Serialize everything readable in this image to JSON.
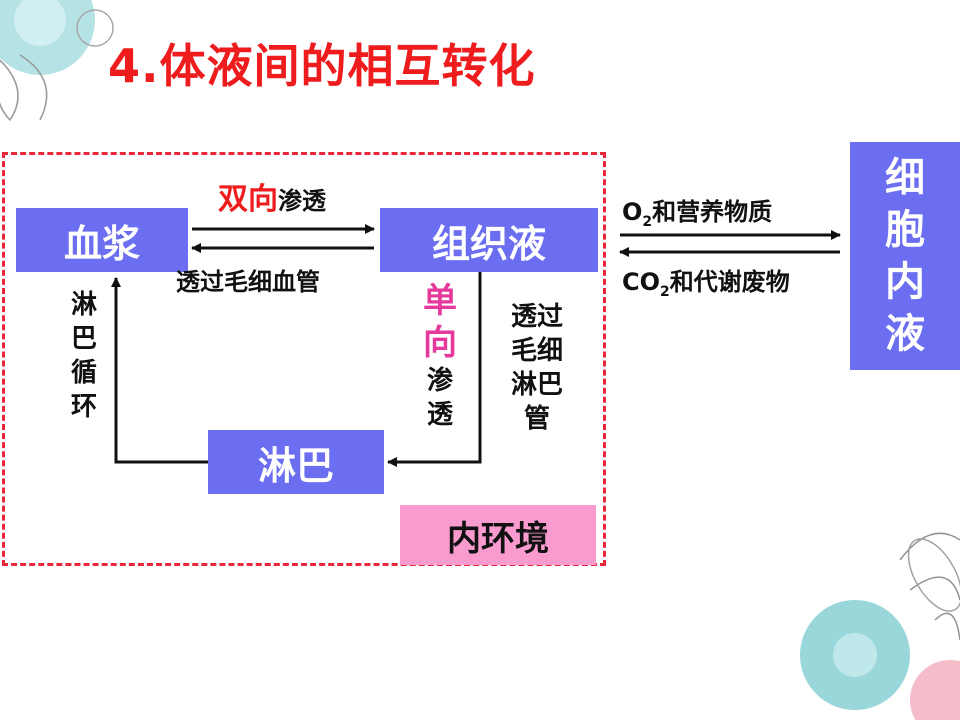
{
  "title": "4.体液间的相互转化",
  "nodes": {
    "plasma": "血浆",
    "tissue_fluid": "组织液",
    "lymph": "淋巴",
    "intracellular": [
      "细",
      "胞",
      "内",
      "液"
    ],
    "internal_env": "内环境"
  },
  "labels": {
    "bidirectional_prefix": "双向",
    "bidirectional_suffix": "渗透",
    "through_capillary": "透过毛细血管",
    "one_way_chars": [
      "单",
      "向"
    ],
    "osmosis_chars": [
      "渗",
      "透"
    ],
    "through_lymph_capillary": [
      "透过",
      "毛细",
      "淋巴",
      "管"
    ],
    "lymph_circulation": [
      "淋",
      "巴",
      "循",
      "环"
    ],
    "o2_prefix": "O",
    "o2_sub": "2",
    "o2_suffix": "和营养物质",
    "co2_prefix": "CO",
    "co2_sub": "2",
    "co2_suffix": "和代谢废物"
  },
  "colors": {
    "node_fill": "#6b6ef0",
    "title_red": "#ee1c1c",
    "dash_border": "#e8283a",
    "highlight_pink": "#e5399c",
    "label_box_pink": "#fa9bd0",
    "decor_teal": "#8fd3d8"
  }
}
